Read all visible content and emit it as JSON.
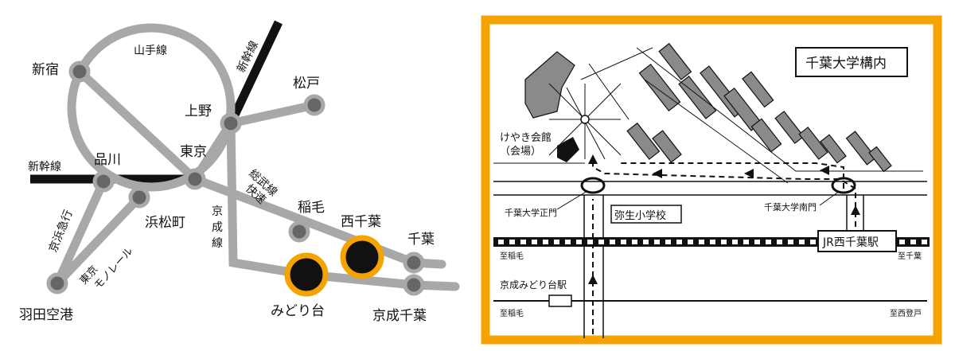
{
  "route_map": {
    "lines": {
      "yamanote": "山手線",
      "shinkansen_upper": "新幹線",
      "shinkansen_left": "新幹線",
      "sobu_rapid_1": "総武線",
      "sobu_rapid_2": "快速",
      "keisei_line": [
        "京",
        "成",
        "線"
      ],
      "keikyu": "京浜急行",
      "monorail_1": "東京",
      "monorail_2": "モノレール"
    },
    "stations": {
      "shinjuku": "新宿",
      "ueno": "上野",
      "matsudo": "松戸",
      "shinagawa": "品川",
      "tokyo": "東京",
      "hamamatsucho": "浜松町",
      "haneda": "羽田空港",
      "inage": "稲毛",
      "nishi_chiba": "西千葉",
      "chiba": "千葉",
      "midoridai": "みどり台",
      "keisei_chiba": "京成千葉"
    }
  },
  "campus_map": {
    "title": "千葉大学構内",
    "venue_1": "けやき会館",
    "venue_2": "（会場）",
    "main_gate": "千葉大学正門",
    "south_gate": "千葉大学南門",
    "school": "弥生小学校",
    "jr_station": "JR西千葉駅",
    "jr_to_inage": "至稲毛",
    "jr_to_chiba": "至千葉",
    "keisei_station": "京成みどり台駅",
    "keisei_to_inage": "至稲毛",
    "keisei_to_nishinobuto": "至西登戸"
  },
  "colors": {
    "track": "#a8a8a8",
    "station": "#666666",
    "accent": "#f5a300",
    "black": "#111111",
    "building": "#8a8a8a"
  }
}
